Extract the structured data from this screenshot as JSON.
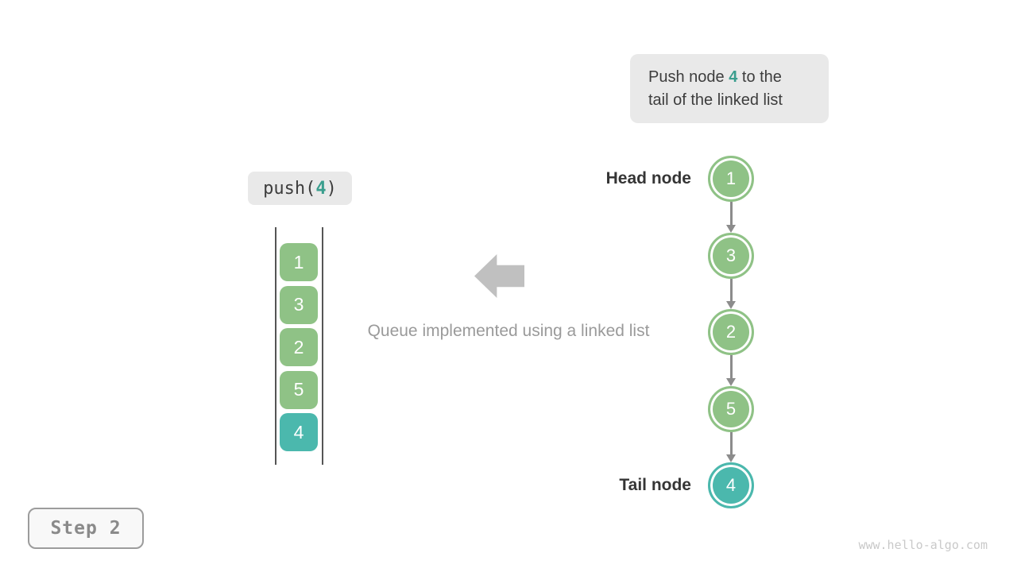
{
  "colors": {
    "green": "#8fc286",
    "teal": "#4bb8ad",
    "accent_text": "#3a9e8e",
    "dark_text": "#3d3d3d",
    "heading_text": "#353535",
    "gray_text": "#9a9a9a",
    "label_bg": "#e9e9e9",
    "frame_line": "#555555",
    "arrow_gray": "#8c8c8c",
    "big_arrow_gray": "#c0c0c0",
    "step_border": "#9c9c9c",
    "watermark_color": "#c9c9c9"
  },
  "callout": {
    "line1_pre": "Push node",
    "value": "4",
    "line1_post": "to the",
    "line2": "tail of the linked list"
  },
  "operation": {
    "pre": "push(",
    "value": "4",
    "post": ")"
  },
  "queue": {
    "items": [
      {
        "value": "1",
        "variant": "green"
      },
      {
        "value": "3",
        "variant": "green"
      },
      {
        "value": "2",
        "variant": "green"
      },
      {
        "value": "5",
        "variant": "green"
      },
      {
        "value": "4",
        "variant": "teal"
      }
    ]
  },
  "caption": "Queue implemented using a linked list",
  "linked_list": {
    "head_label": "Head node",
    "tail_label": "Tail node",
    "nodes": [
      {
        "value": "1",
        "variant": "green"
      },
      {
        "value": "3",
        "variant": "green"
      },
      {
        "value": "2",
        "variant": "green"
      },
      {
        "value": "5",
        "variant": "green"
      },
      {
        "value": "4",
        "variant": "teal"
      }
    ]
  },
  "step": {
    "label": "Step 2"
  },
  "watermark": "www.hello-algo.com"
}
